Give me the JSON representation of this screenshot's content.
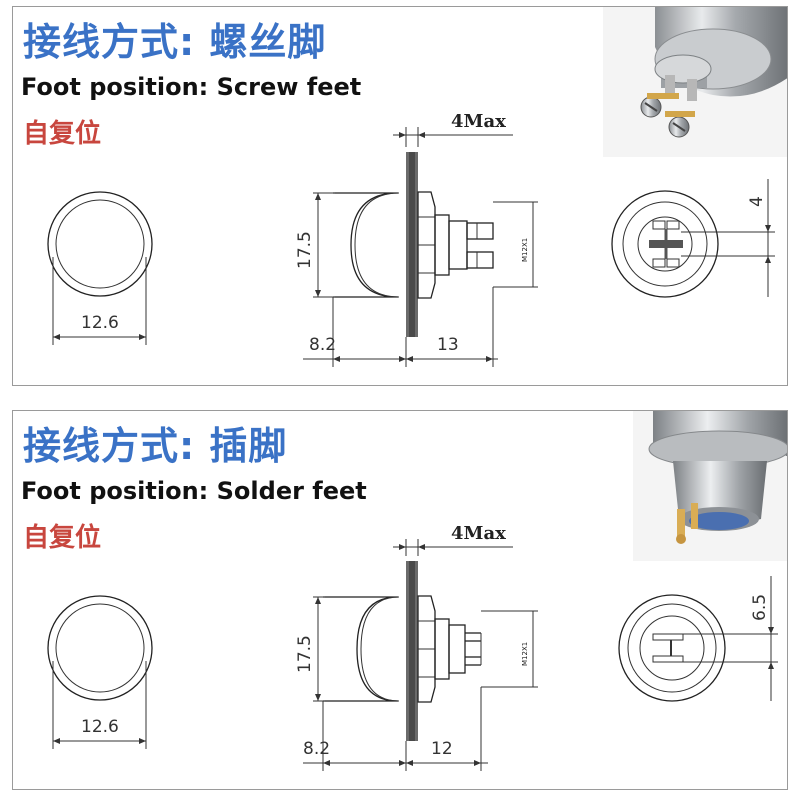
{
  "panels": [
    {
      "title_cn": "接线方式: 螺丝脚",
      "title_en": "Foot position: Screw feet",
      "mode": "自复位",
      "dims": {
        "max": "4Max",
        "height": "17.5",
        "diameter": "12.6",
        "front": "8.2",
        "back": "13",
        "side": "4",
        "thread": "M12X1"
      }
    },
    {
      "title_cn": "接线方式: 插脚",
      "title_en": "Foot position: Solder feet",
      "mode": "自复位",
      "dims": {
        "max": "4Max",
        "height": "17.5",
        "diameter": "12.6",
        "front": "8.2",
        "back": "12",
        "side": "6.5",
        "thread": "M12X1"
      }
    }
  ],
  "colors": {
    "title_blue": "#3a72c6",
    "mode_red": "#c8463e",
    "border": "#9a9a9a"
  }
}
